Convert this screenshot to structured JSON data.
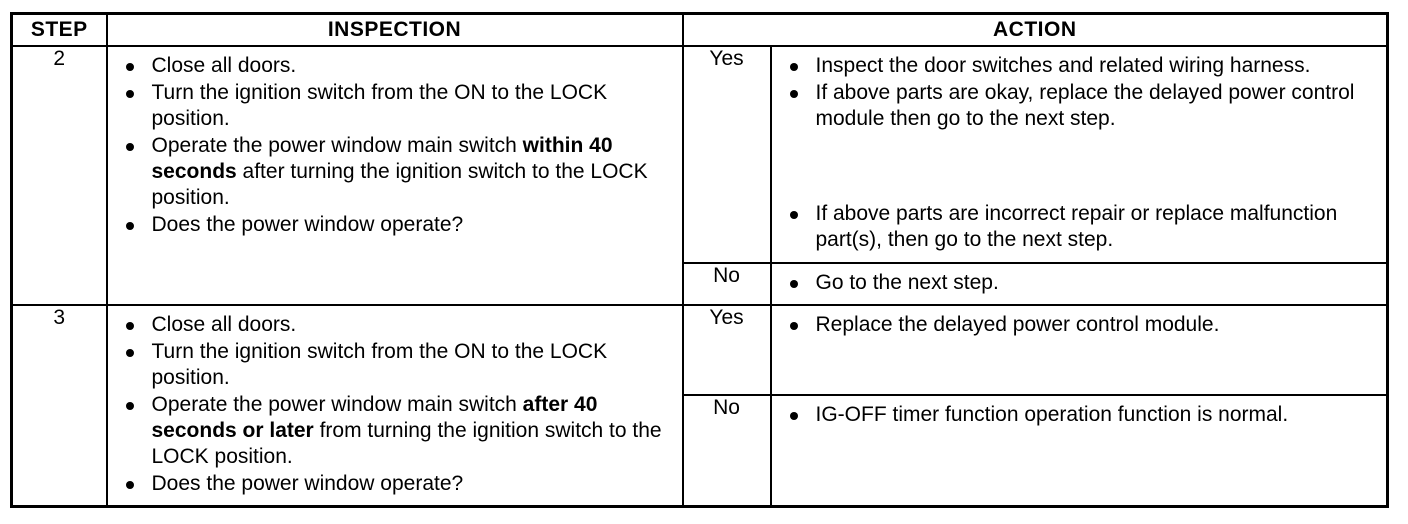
{
  "table": {
    "headers": {
      "step": "STEP",
      "inspection": "INSPECTION",
      "action": "ACTION"
    },
    "rows": [
      {
        "step": "2",
        "inspection": [
          {
            "text": "Close all doors."
          },
          {
            "text": "Turn the ignition switch from the ON to the LOCK position."
          },
          {
            "pre": "Operate the power window main switch ",
            "bold": "within 40 seconds",
            "post": " after turning the ignition switch to the LOCK position."
          },
          {
            "text": "Does the power window operate?"
          }
        ],
        "branches": [
          {
            "label": "Yes",
            "action_groups": [
              [
                {
                  "text": "Inspect the door switches and related wiring harness."
                },
                {
                  "text": "If above parts are okay, replace the delayed power control module then go to the next step."
                }
              ],
              [
                {
                  "text": "If above parts are incorrect repair or replace malfunction part(s), then go to the next step."
                }
              ]
            ]
          },
          {
            "label": "No",
            "action_groups": [
              [
                {
                  "text": "Go to the next step."
                }
              ]
            ]
          }
        ]
      },
      {
        "step": "3",
        "inspection": [
          {
            "text": "Close all doors."
          },
          {
            "text": "Turn the ignition switch from the ON to the LOCK position."
          },
          {
            "pre": "Operate the power window main switch ",
            "bold": "after 40 seconds or later",
            "post": " from turning the ignition switch to the LOCK position."
          },
          {
            "text": "Does the power window operate?"
          }
        ],
        "branches": [
          {
            "label": "Yes",
            "action_groups": [
              [
                {
                  "text": "Replace the delayed power control module."
                }
              ]
            ]
          },
          {
            "label": "No",
            "action_groups": [
              [
                {
                  "text": "IG-OFF timer function operation function is normal."
                }
              ]
            ]
          }
        ]
      }
    ]
  }
}
